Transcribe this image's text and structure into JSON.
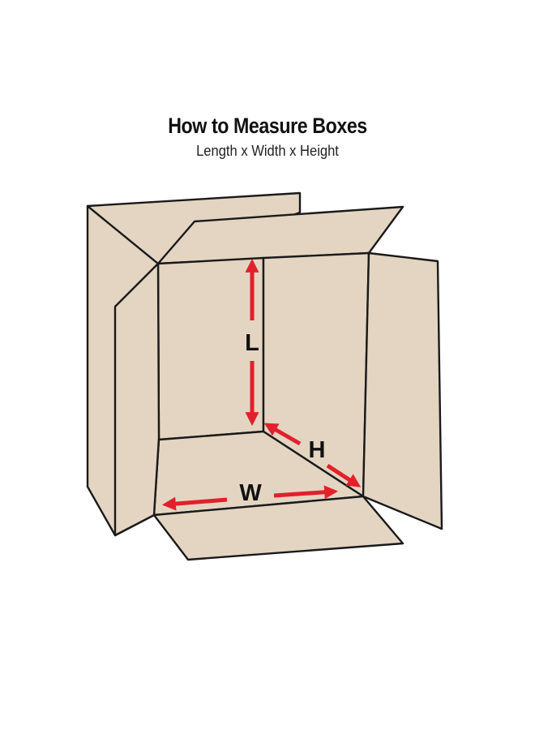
{
  "title": "How to Measure Boxes",
  "subtitle": "Length x Width x Height",
  "dimensions": {
    "length_label": "L",
    "width_label": "W",
    "height_label": "H"
  },
  "colors": {
    "box_fill": "#e3d5c1",
    "box_outline": "#1a1a1a",
    "arrow": "#e2202c",
    "background": "#ffffff"
  }
}
